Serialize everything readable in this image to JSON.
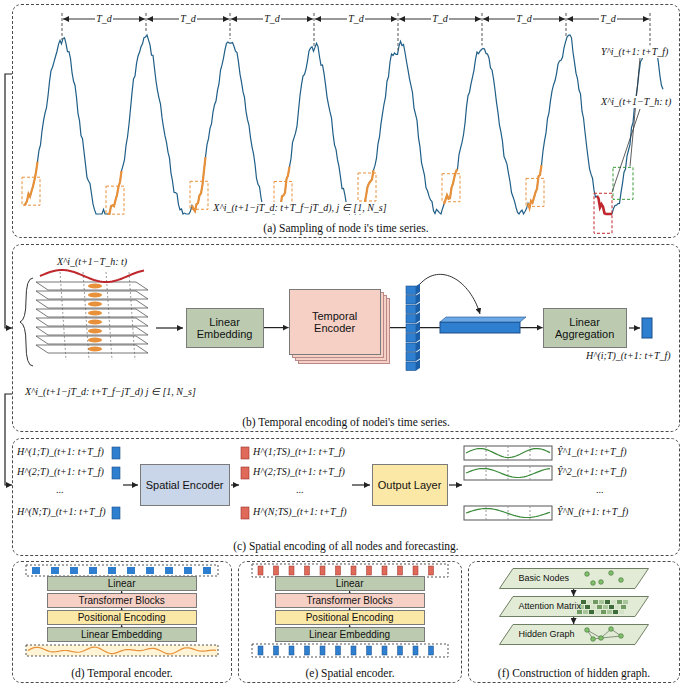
{
  "diagram": {
    "nodes": [
      {
        "text": [
          "(a) Sampling of node i's time series."
        ]
      },
      {
        "text": [
          "(b) Temporal encoding of nodei's time series."
        ]
      },
      {
        "text": [
          "Linear Embedding"
        ],
        "in": 1
      },
      {
        "text": [
          "Temporal Encoder"
        ],
        "in": 1
      },
      {
        "text": [
          "Linear Aggregation"
        ],
        "in": 1
      },
      {
        "text": [
          "(c) Spatial encoding of all nodes and forecasting."
        ]
      },
      {
        "text": [
          "Spatial Encoder"
        ],
        "in": 5
      },
      {
        "text": [
          "Output Layer"
        ],
        "in": 5
      },
      {
        "text": [
          "(d) Temporal encoder."
        ]
      },
      {
        "text": [
          "Linear"
        ],
        "in": 8
      },
      {
        "text": [
          "Transformer Blocks"
        ],
        "in": 8
      },
      {
        "text": [
          "Positional Encoding"
        ],
        "in": 8
      },
      {
        "text": [
          "Linear Embedding"
        ],
        "in": 8
      },
      {
        "text": [
          "(e) Spatial encoder."
        ]
      },
      {
        "text": [
          "Linear"
        ],
        "in": 13
      },
      {
        "text": [
          "Transformer Blocks"
        ],
        "in": 13
      },
      {
        "text": [
          "Positional Encoding"
        ],
        "in": 13
      },
      {
        "text": [
          "Linear Embedding"
        ],
        "in": 13
      },
      {
        "text": [
          "(f) Construction of hidden graph."
        ]
      },
      {
        "text": [
          "Basic Nodes"
        ],
        "in": 18
      },
      {
        "text": [
          "Attention Matrix"
        ],
        "in": 18
      },
      {
        "text": [
          "Hidden Graph"
        ],
        "in": 18
      }
    ],
    "edges": [
      {
        "from": 0,
        "to": 1,
        "arrow": "to"
      },
      {
        "from": 1,
        "to": 5,
        "arrow": "to"
      },
      {
        "from": 2,
        "to": 3,
        "arrow": "to"
      },
      {
        "from": 3,
        "to": 4,
        "arrow": "to"
      },
      {
        "from": 12,
        "to": 11,
        "arrow": "to"
      },
      {
        "from": 11,
        "to": 10,
        "arrow": "to"
      },
      {
        "from": 10,
        "to": 9,
        "arrow": "to"
      },
      {
        "from": 17,
        "to": 16,
        "arrow": "to"
      },
      {
        "from": 16,
        "to": 15,
        "arrow": "to"
      },
      {
        "from": 15,
        "to": 14,
        "arrow": "to"
      },
      {
        "from": 19,
        "to": 20,
        "arrow": "to"
      },
      {
        "from": 20,
        "to": 21,
        "arrow": "to"
      }
    ],
    "labels": [
      "T_d",
      "T_d",
      "T_d",
      "T_d",
      "T_d",
      "T_d",
      "T_d",
      "Y^i_(t+1: t+T_f)",
      "X^i_(t+1−T_h: t)",
      "X^i_(t+1−jT_d: t+T_f−jT_d), j ∈ [1, N_s]",
      "X^i_(t+1−T_h: t)",
      "X^i_(t+1−jT_d: t+T_f−jT_d) j ∈ [1, N_s]",
      "H^(i;T)_(t+1: t+T_f)",
      "H^(1;T)_(t+1: t+T_f)",
      "H^(2;T)_(t+1: t+T_f)",
      "...",
      "H^(N;T)_(t+1: t+T_f)",
      "H^(1;TS)_(t+1: t+T_f)",
      "H^(2;TS)_(t+1: t+T_f)",
      "...",
      "H^(N;TS)_(t+1: t+T_f)",
      "Ŷ^1_(t+1: t+T_f)",
      "Ŷ^2_(t+1: t+T_f)",
      "...",
      "Ŷ^N_(t+1: t+T_f)"
    ]
  }
}
